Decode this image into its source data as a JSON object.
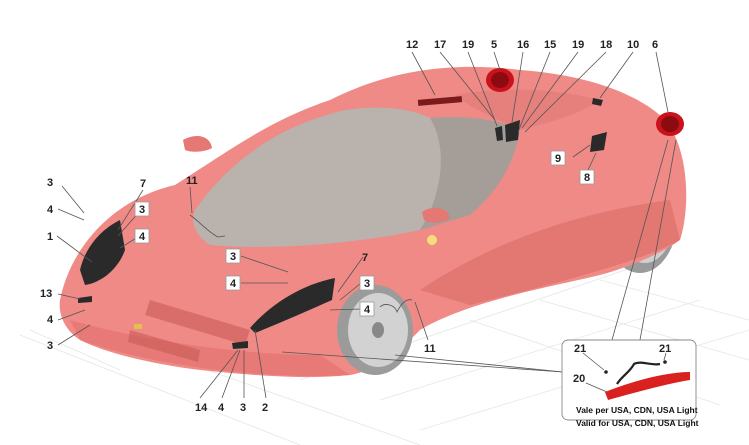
{
  "callouts": {
    "c1": "1",
    "c2": "2",
    "c3a": "3",
    "c3b": "3",
    "c3c": "3",
    "c3d": "3",
    "c3e": "3",
    "c3f": "3",
    "c4a": "4",
    "c4b": "4",
    "c4c": "4",
    "c4d": "4",
    "c4e": "4",
    "c4f": "4",
    "c5": "5",
    "c6": "6",
    "c7a": "7",
    "c7b": "7",
    "c8": "8",
    "c9": "9",
    "c10": "10",
    "c11a": "11",
    "c11b": "11",
    "c12": "12",
    "c13": "13",
    "c14": "14",
    "c15": "15",
    "c16": "16",
    "c17": "17",
    "c18": "18",
    "c19a": "19",
    "c19b": "19",
    "c20": "20",
    "c21a": "21",
    "c21b": "21"
  },
  "inset_note": {
    "line1": "Vale per USA, CDN, USA Light",
    "line2": "Valid for USA, CDN, USA Light"
  },
  "colors": {
    "body": "#f08a86",
    "body_dark": "#d96763",
    "glass": "#b9b2ad",
    "lamp_dark": "#2a2a2a",
    "lamp_red": "#c9121b",
    "marker_red": "#d9211f",
    "wheel": "#cfcfcf"
  }
}
